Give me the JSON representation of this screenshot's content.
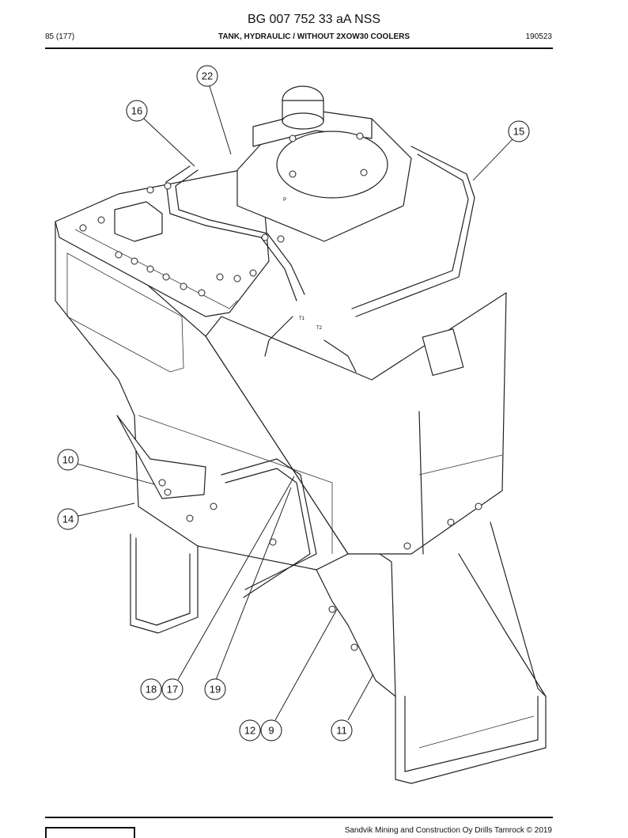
{
  "header": {
    "doc_number": "BG 007 752 33 aA NSS",
    "page": "85 (177)",
    "title": "TANK, HYDRAULIC / WITHOUT 2XOW30 COOLERS",
    "date_code": "190523"
  },
  "drawing": {
    "callouts": [
      {
        "id": "22",
        "label": "22"
      },
      {
        "id": "16",
        "label": "16"
      },
      {
        "id": "15",
        "label": "15"
      },
      {
        "id": "10",
        "label": "10"
      },
      {
        "id": "14",
        "label": "14"
      },
      {
        "id": "18",
        "label": "18"
      },
      {
        "id": "17",
        "label": "17"
      },
      {
        "id": "19",
        "label": "19"
      },
      {
        "id": "12",
        "label": "12"
      },
      {
        "id": "9",
        "label": "9"
      },
      {
        "id": "11",
        "label": "11"
      }
    ],
    "port_labels": {
      "t1": "T1",
      "t2": "T2",
      "p": "P"
    }
  },
  "footer": {
    "copyright": "Sandvik Mining and Construction Oy Drills Tamrock © 2019"
  }
}
